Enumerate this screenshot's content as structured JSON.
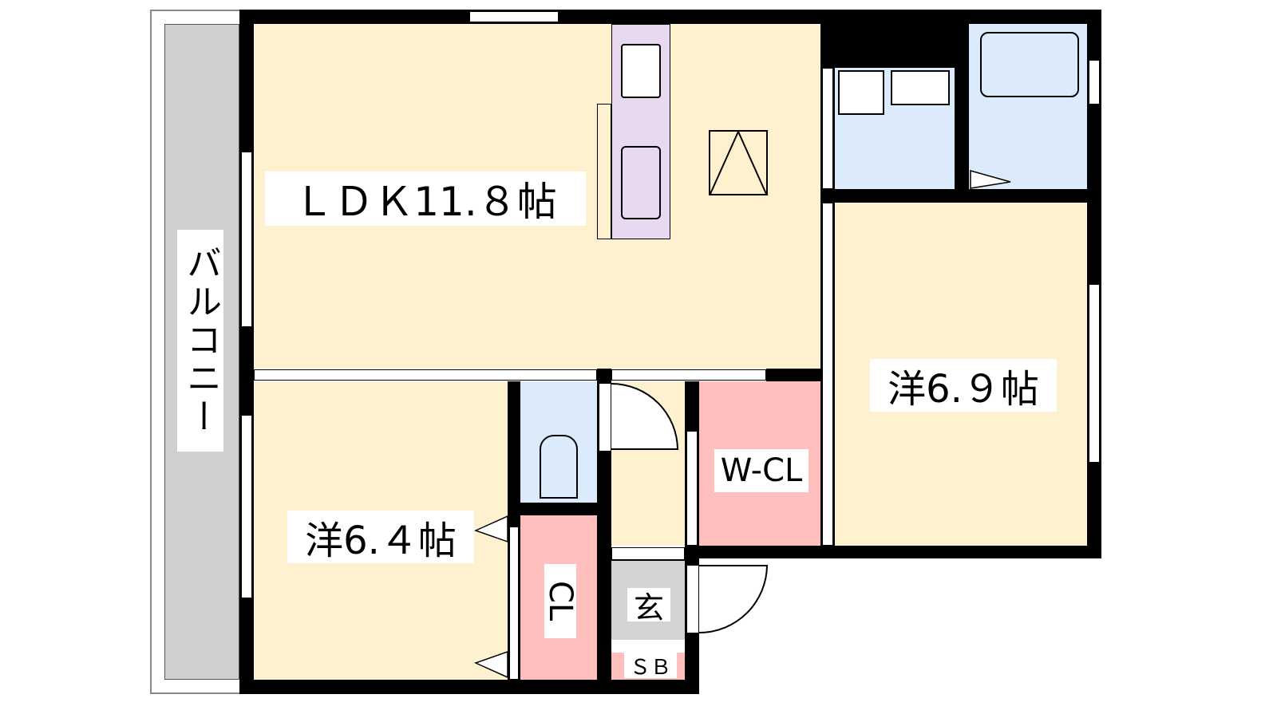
{
  "floorplan": {
    "rooms": {
      "ldk": "ＬＤＫ11.８帖",
      "western_right": "洋6.９帖",
      "western_left": "洋6.４帖",
      "balcony": "バルコニー",
      "walk_in_closet": "W-CL",
      "closet": "CL",
      "entrance": "玄",
      "shoe_box": "ＳＢ"
    },
    "colors": {
      "living": "#FEF1D0",
      "wet": "#DCEBFC",
      "storage": "#FFBFBF",
      "entrance": "#D3D3D3",
      "kitchen": "#E8D8F0"
    }
  }
}
